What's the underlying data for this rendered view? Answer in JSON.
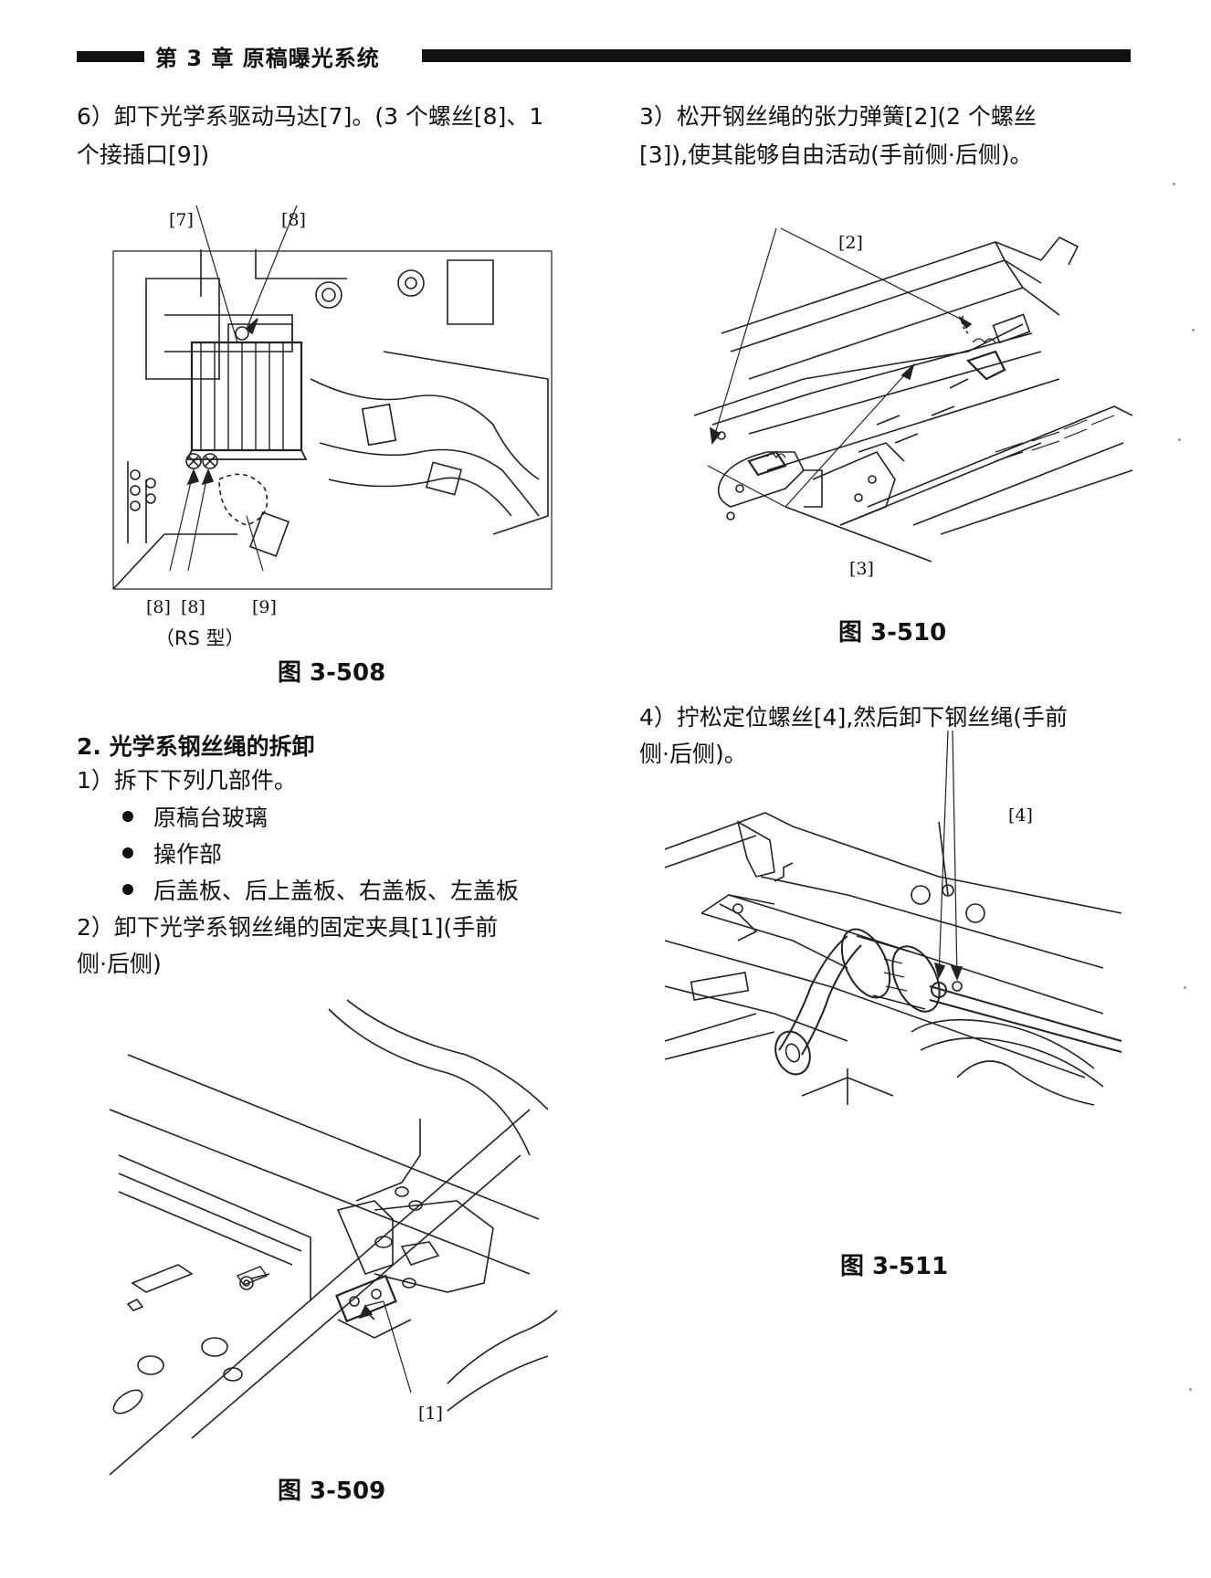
{
  "header": {
    "title": "第 3 章    原稿曝光系统"
  },
  "left": {
    "step6": [
      "6）卸下光学系驱动马达[7]。(3 个螺丝[8]、1",
      "个接插口[9])"
    ],
    "fig508": {
      "labels": [
        "[7]",
        "[8]",
        "[8]",
        "[8]",
        "[9]",
        "（RS 型）"
      ],
      "caption": "图  3-508"
    },
    "section2": {
      "title": "2. 光学系钢丝绳的拆卸",
      "step1": "1）拆下下列几部件。",
      "bullets": [
        "原稿台玻璃",
        "操作部",
        "后盖板、后上盖板、右盖板、左盖板"
      ],
      "step2": [
        "2）卸下光学系钢丝绳的固定夹具[1](手前",
        "侧·后侧)"
      ]
    },
    "fig509": {
      "labels": [
        "[1]"
      ],
      "caption": "图  3-509"
    }
  },
  "right": {
    "step3": [
      "3）松开钢丝绳的张力弹簧[2](2 个螺丝",
      "[3]),使其能够自由活动(手前侧·后侧)。"
    ],
    "fig510": {
      "labels": [
        "[2]",
        "[3]"
      ],
      "caption": "图  3-510"
    },
    "step4": [
      "4）拧松定位螺丝[4],然后卸下钢丝绳(手前",
      "侧·后侧)。"
    ],
    "fig511": {
      "labels": [
        "[4]"
      ],
      "caption": "图  3-511"
    }
  }
}
